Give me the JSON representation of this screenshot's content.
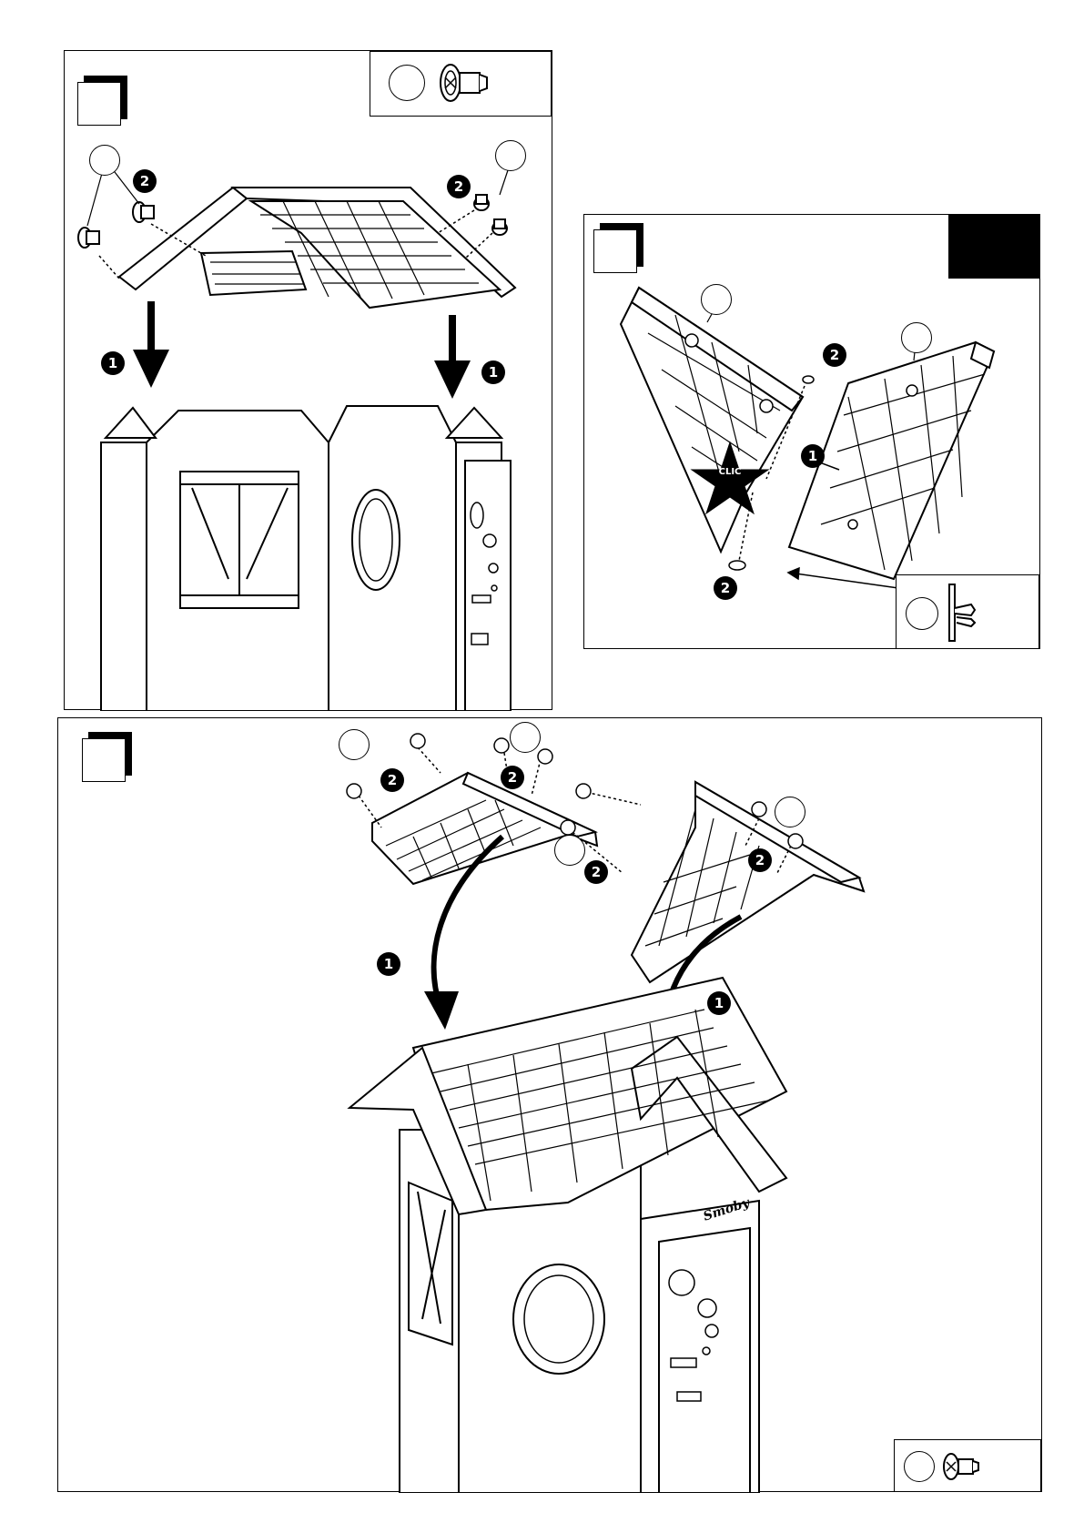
{
  "steps": {
    "roof_assembly": {
      "callouts": [
        "1",
        "1",
        "2",
        "2"
      ]
    },
    "roof_gable": {
      "callouts": [
        "1",
        "2",
        "2"
      ],
      "clic_label": "CLIC"
    },
    "roof_mount": {
      "callouts": [
        "1",
        "1",
        "2",
        "2",
        "2",
        "2"
      ]
    }
  },
  "brand": {
    "logo_text": "Smoby"
  },
  "icons": [
    "push-pin-icon",
    "snap-rivet-icon",
    "arrow-down-icon",
    "curved-arrow-icon",
    "clic-star-icon"
  ]
}
